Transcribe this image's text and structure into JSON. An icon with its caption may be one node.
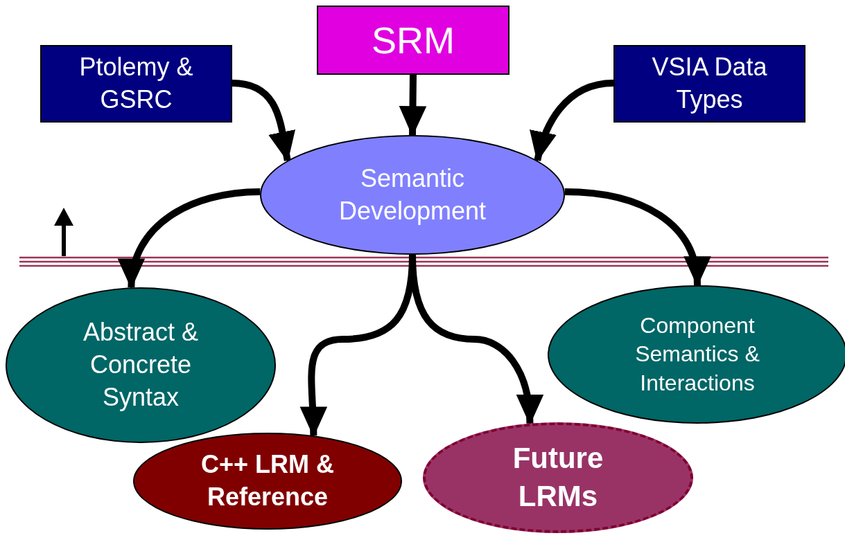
{
  "diagram": {
    "nodes": [
      {
        "text": [
          "Ptolemy & GSRC"
        ]
      },
      {
        "text": [
          "SRM"
        ]
      },
      {
        "text": [
          "VSIA Data Types"
        ]
      },
      {
        "text": [
          "Semantic Development"
        ]
      },
      {
        "text": [
          "Abstract & Concrete Syntax"
        ]
      },
      {
        "text": [
          "Component Semantics & Interactions"
        ]
      },
      {
        "text": [
          "C++ LRM & Reference"
        ]
      },
      {
        "text": [
          "Future LRMs"
        ]
      }
    ],
    "edges": [
      {
        "from": 0,
        "to": 3,
        "arrow": "to"
      },
      {
        "from": 1,
        "to": 3,
        "arrow": "to"
      },
      {
        "from": 2,
        "to": 3,
        "arrow": "to"
      },
      {
        "from": 3,
        "to": 4,
        "arrow": "to"
      },
      {
        "from": 3,
        "to": 5,
        "arrow": "to"
      },
      {
        "from": 3,
        "to": 6,
        "arrow": "to"
      },
      {
        "from": 3,
        "to": 7,
        "arrow": "to"
      }
    ]
  }
}
